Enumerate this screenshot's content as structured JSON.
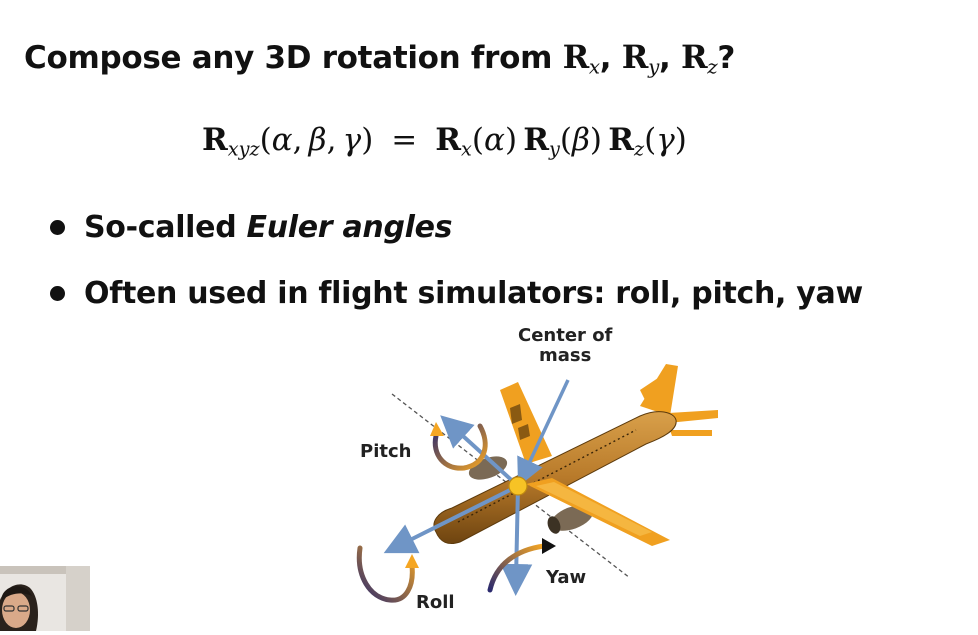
{
  "slide": {
    "title": {
      "prefix": "Compose any 3D rotation from ",
      "sep1": ", ",
      "sep2": ", ",
      "suffix": "?"
    },
    "symbols": {
      "R": "R",
      "x": "x",
      "y": "y",
      "z": "z",
      "xyz": "xyz",
      "alpha": "α",
      "beta": "β",
      "gamma": "γ",
      "comma": ",",
      "open_paren": "(",
      "close_paren": ")",
      "equals": "="
    },
    "bullets": [
      {
        "prefix": "So-called ",
        "emphasis": "Euler angles"
      },
      {
        "text": "Often used in flight simulators: roll, pitch, yaw"
      }
    ],
    "figure": {
      "labels": {
        "center": "Center of\nmass",
        "pitch": "Pitch",
        "roll": "Roll",
        "yaw": "Yaw"
      }
    }
  },
  "colors": {
    "plane_body": "#b87a2a",
    "wing_orange": "#f0a020",
    "arrow_blue": "#6f95c6",
    "arc_dark": "#2b2a6e",
    "arc_orange": "#f5a623",
    "center_yellow": "#f7c325"
  }
}
